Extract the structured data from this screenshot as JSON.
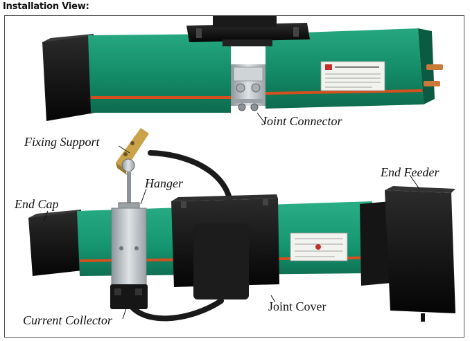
{
  "heading": "Installation View:",
  "labels": {
    "joint_connector": "Joint Connector",
    "fixing_support": "Fixing Support",
    "hanger": "Hanger",
    "end_feeder": "End Feeder",
    "end_cap": "End Cap",
    "current_collector": "Current Collector",
    "joint_cover": "Joint Cover"
  },
  "colors": {
    "rail_green": "#17946e",
    "end_cap_black": "#111111",
    "stripe_orange": "#d4501e",
    "metal": "#b9bfc4"
  },
  "icons": [
    "joint-connector-photo",
    "busbar-photo",
    "rail-photo"
  ]
}
